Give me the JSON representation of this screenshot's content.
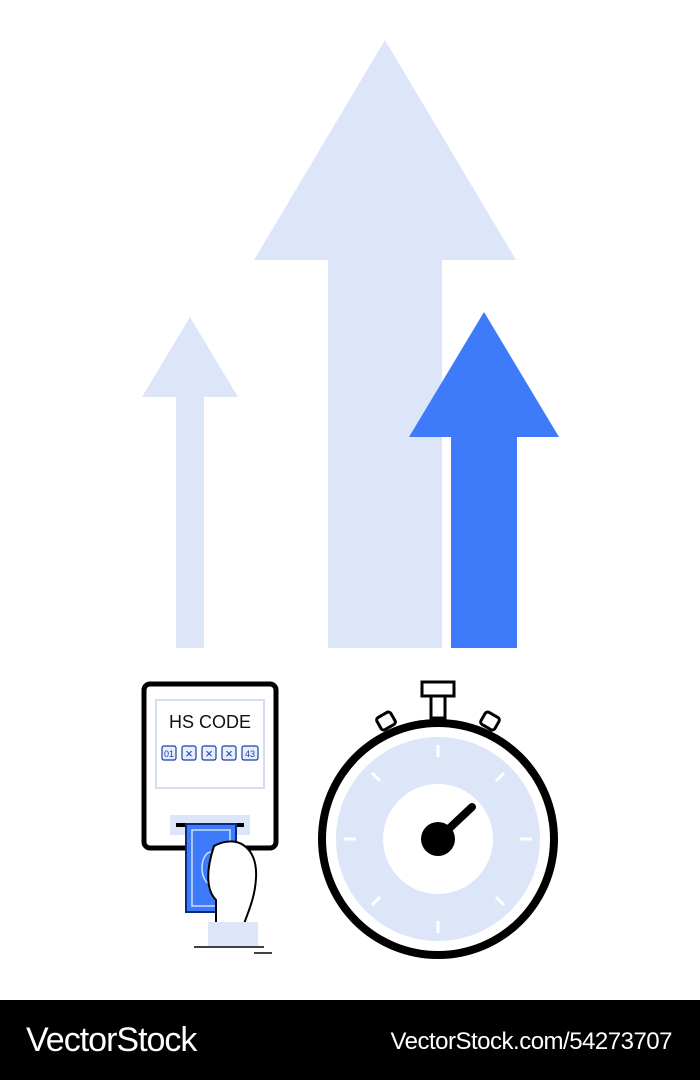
{
  "terminal": {
    "title": "HS CODE",
    "digits": [
      "01",
      "×",
      "×",
      "×",
      "43"
    ]
  },
  "footer": {
    "brand": "VectorStock",
    "stock_id": "VectorStock.com/54273707"
  },
  "colors": {
    "light_blue": "#dce6f8",
    "accent_blue": "#3d7bfa",
    "dark": "#000000"
  },
  "icons": [
    "arrow-up-small-icon",
    "arrow-up-large-icon",
    "arrow-up-blue-icon",
    "payment-terminal-icon",
    "hand-with-banknote-icon",
    "stopwatch-icon"
  ]
}
